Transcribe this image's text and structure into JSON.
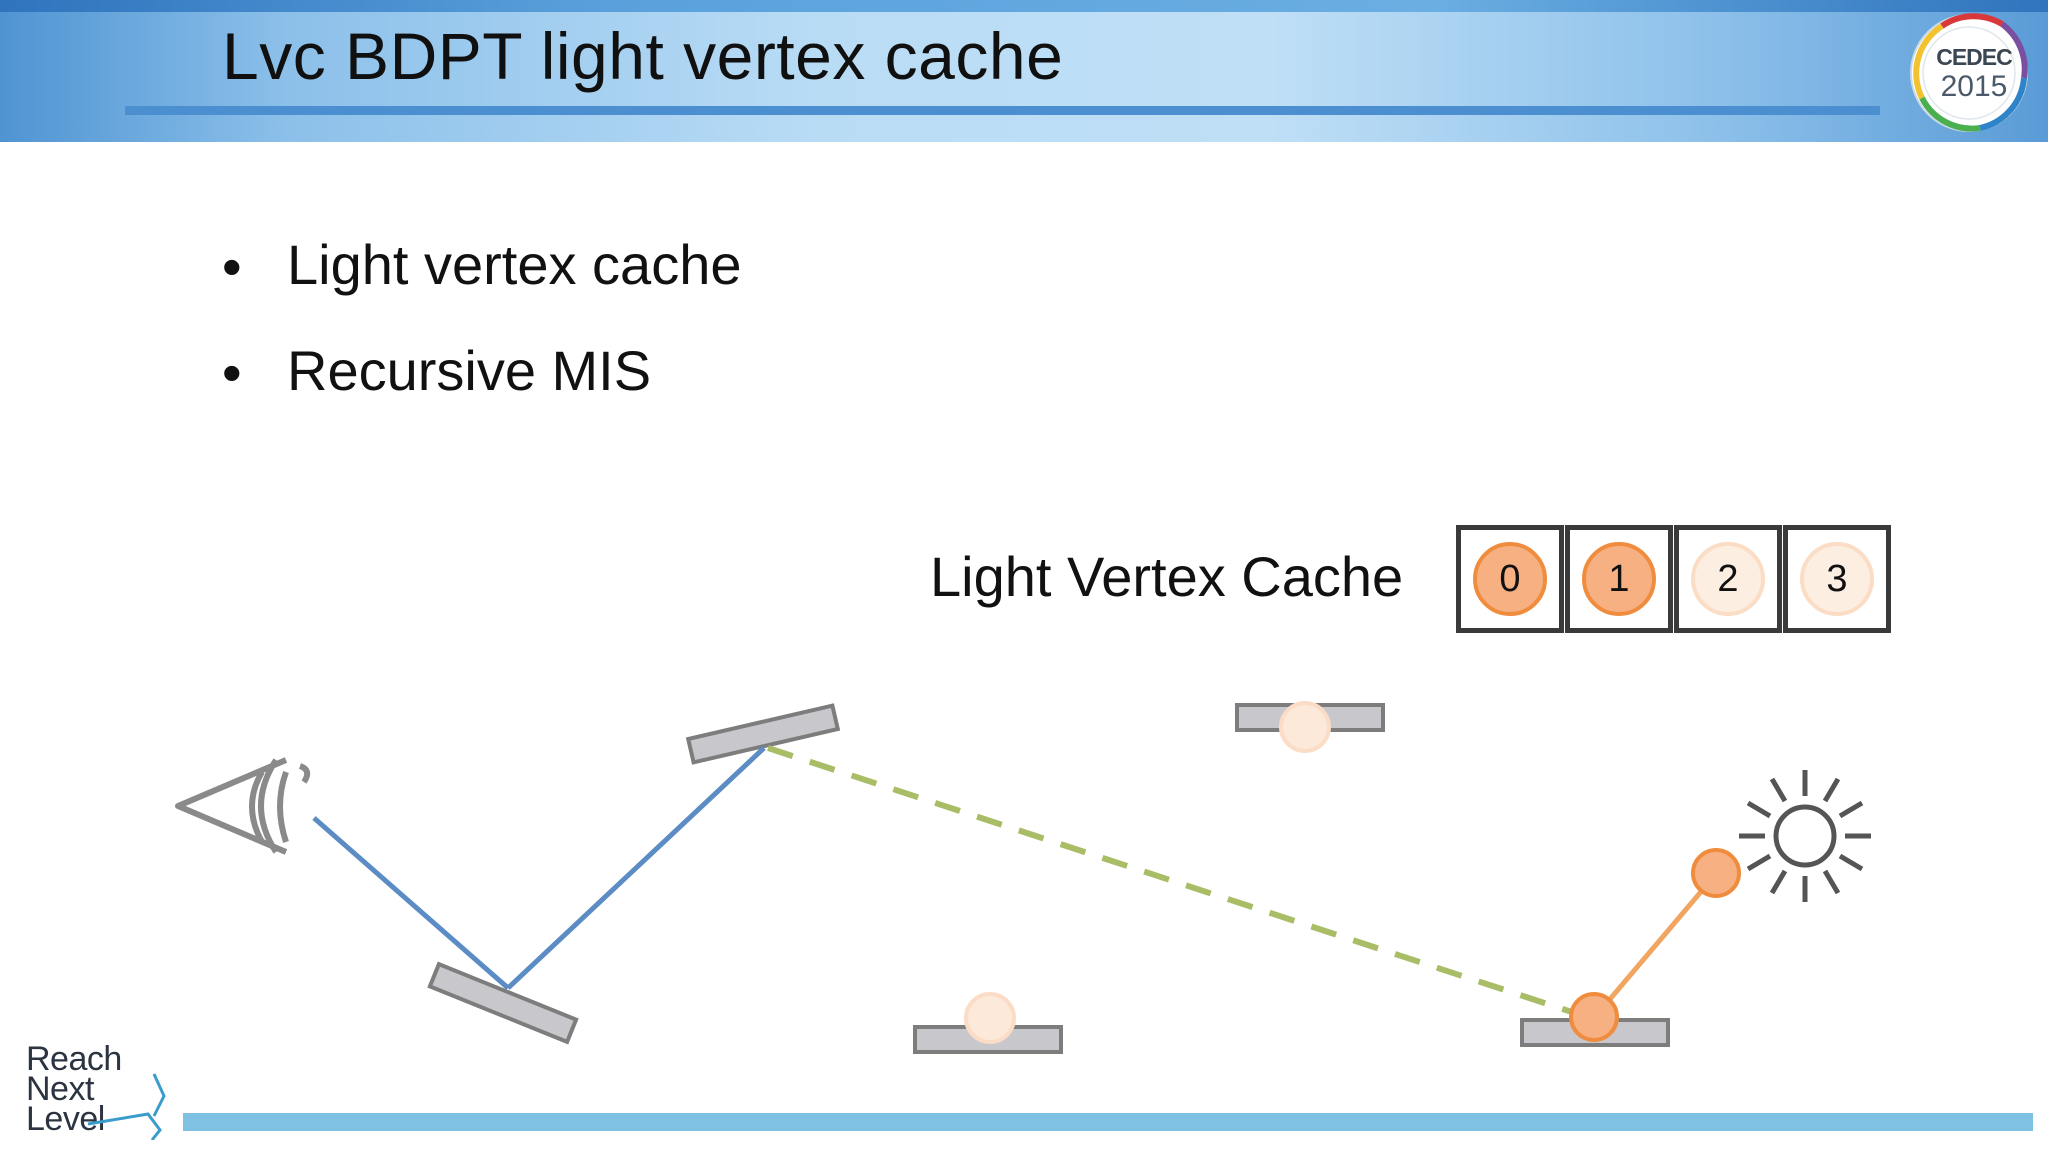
{
  "header": {
    "title": "Lvc BDPT light vertex cache",
    "logo": {
      "name": "CEDEC",
      "year": "2015"
    }
  },
  "bullets": [
    {
      "symbol": "•",
      "text": "Light vertex cache"
    },
    {
      "symbol": "•",
      "text": "Recursive MIS"
    }
  ],
  "cache": {
    "label": "Light Vertex Cache",
    "cells": [
      {
        "index": "0",
        "style": "strong"
      },
      {
        "index": "1",
        "style": "strong"
      },
      {
        "index": "2",
        "style": "faint"
      },
      {
        "index": "3",
        "style": "faint"
      }
    ]
  },
  "diagram": {
    "icons": [
      "eye-icon",
      "sun-icon"
    ],
    "colors": {
      "camera_path": "#5b8cc4",
      "connection": "#a9bd66",
      "light_path": "#f0a561",
      "vertex_strong": "#f6b081",
      "vertex_faint": "#fde6d4",
      "surface": "#c8c8cc"
    }
  },
  "footer": {
    "logo_lines": [
      "Reach",
      "Next",
      "Level"
    ]
  },
  "colors": {
    "header_blue": "#4b8fd0",
    "footer_bar": "#7fc1e2"
  }
}
